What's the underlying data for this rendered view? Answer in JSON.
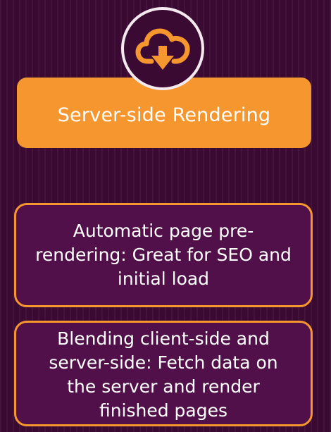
{
  "header": {
    "icon": "cloud-download-icon",
    "title": "Server-side Rendering"
  },
  "features": [
    {
      "text": "Automatic page pre-rendering: Great for SEO and initial load"
    },
    {
      "text": "Blending client-side and server-side: Fetch data on the server and render finished pages"
    }
  ],
  "colors": {
    "background": "#3b0a33",
    "card_background": "#52104a",
    "accent": "#f6962e",
    "ring": "#f4e9ee",
    "text": "#ffffff"
  }
}
